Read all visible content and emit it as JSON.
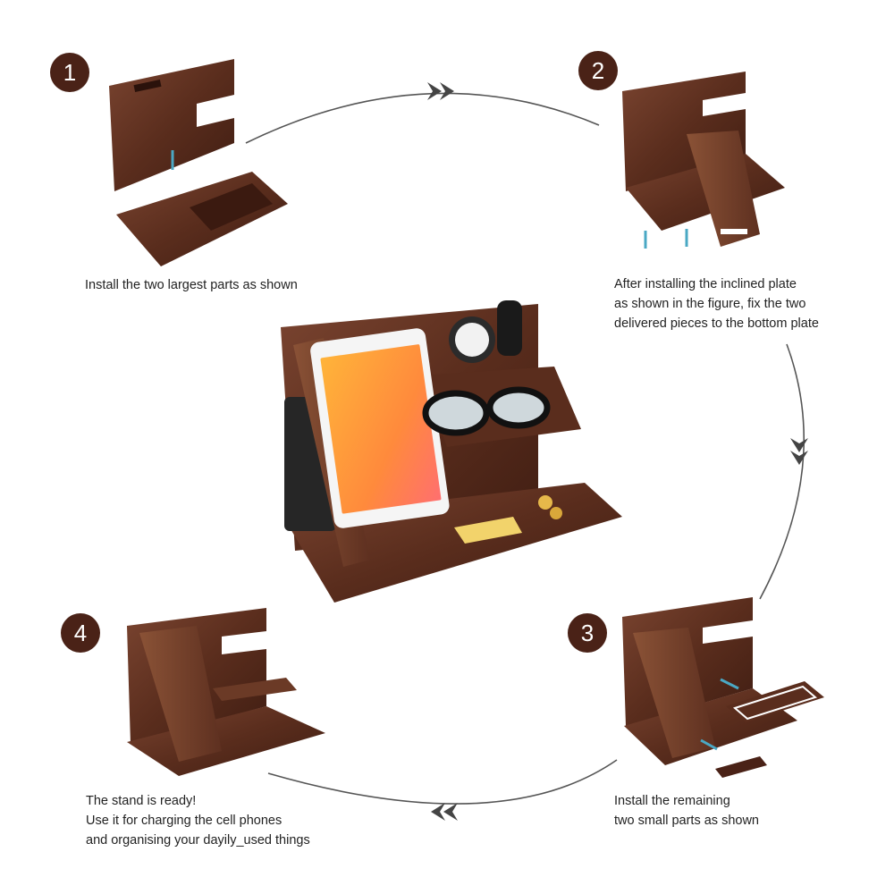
{
  "steps": [
    {
      "number": "1",
      "lines": [
        "Install the two largest parts as shown"
      ]
    },
    {
      "number": "2",
      "lines": [
        "After installing the inclined plate",
        "as shown in the figure, fix the two",
        "delivered pieces to the bottom plate"
      ]
    },
    {
      "number": "3",
      "lines": [
        "Install the remaining",
        "two small parts as shown"
      ]
    },
    {
      "number": "4",
      "lines": [
        "The stand is ready!",
        "Use it for charging the cell phones",
        "and organising your dayily_used things"
      ]
    }
  ],
  "colors": {
    "wood_dark": "#4a2217",
    "wood_mid": "#6b3a26",
    "wood_light": "#8a5236",
    "badge": "#4a2217",
    "arrow": "#555555"
  },
  "icons": [
    "cycle-arrow-icon"
  ]
}
